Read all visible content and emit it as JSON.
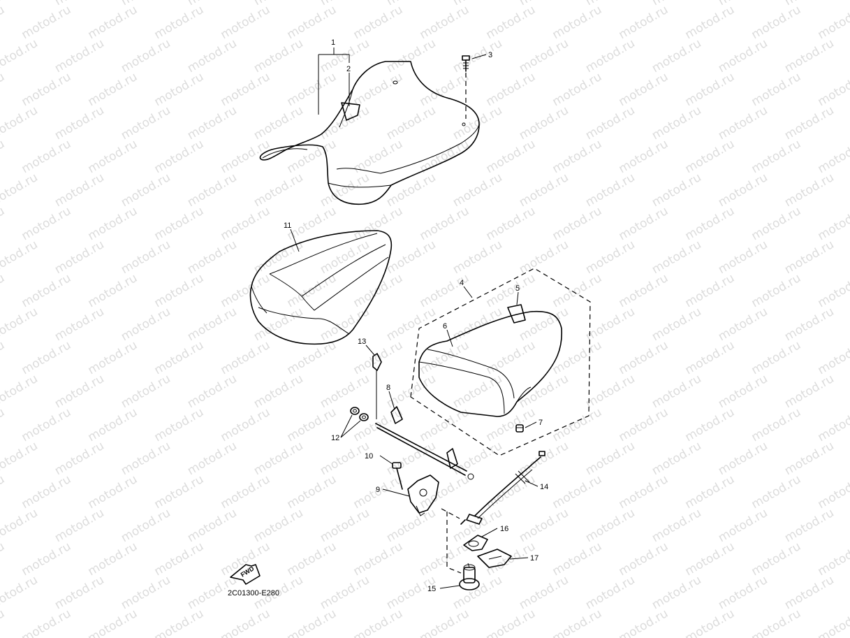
{
  "watermark": {
    "text": "motod.ru",
    "color": "#dcdcdc"
  },
  "diagram_code": "2C01300-E280",
  "fwd_label": "FWD",
  "callouts": [
    {
      "id": "1",
      "label": "1"
    },
    {
      "id": "2",
      "label": "2"
    },
    {
      "id": "3",
      "label": "3"
    },
    {
      "id": "4",
      "label": "4"
    },
    {
      "id": "5",
      "label": "5"
    },
    {
      "id": "6",
      "label": "6"
    },
    {
      "id": "7",
      "label": "7"
    },
    {
      "id": "8",
      "label": "8"
    },
    {
      "id": "9",
      "label": "9"
    },
    {
      "id": "10",
      "label": "10"
    },
    {
      "id": "11",
      "label": "11"
    },
    {
      "id": "12",
      "label": "12"
    },
    {
      "id": "13",
      "label": "13"
    },
    {
      "id": "14",
      "label": "14"
    },
    {
      "id": "15",
      "label": "15"
    },
    {
      "id": "16",
      "label": "16"
    },
    {
      "id": "17",
      "label": "17"
    }
  ]
}
